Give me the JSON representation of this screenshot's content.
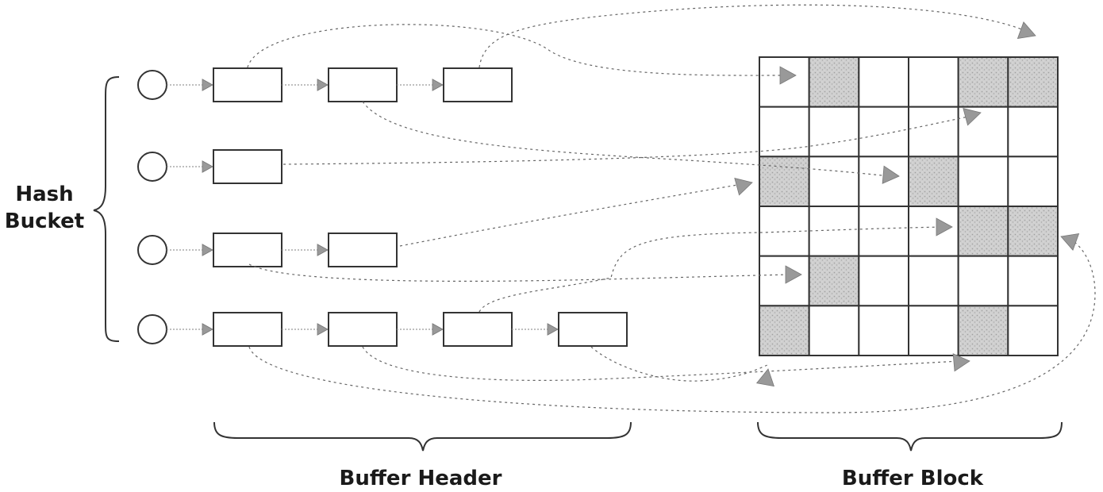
{
  "labels": {
    "hash_bucket_line1": "Hash",
    "hash_bucket_line2": "Bucket",
    "buffer_header": "Buffer Header",
    "buffer_block": "Buffer Block"
  },
  "hash_chains": [
    {
      "bucket": 1,
      "header_count": 3
    },
    {
      "bucket": 2,
      "header_count": 1
    },
    {
      "bucket": 3,
      "header_count": 2
    },
    {
      "bucket": 4,
      "header_count": 4
    }
  ],
  "buffer_block_grid": {
    "rows": 6,
    "cols": 6,
    "shaded_cells": [
      [
        0,
        1
      ],
      [
        0,
        4
      ],
      [
        0,
        5
      ],
      [
        2,
        0
      ],
      [
        2,
        3
      ],
      [
        3,
        4
      ],
      [
        3,
        5
      ],
      [
        4,
        1
      ],
      [
        5,
        0
      ],
      [
        5,
        4
      ]
    ]
  },
  "colors": {
    "line": "#333333",
    "arrow": "#999999",
    "shade": "#c6c6c6"
  }
}
